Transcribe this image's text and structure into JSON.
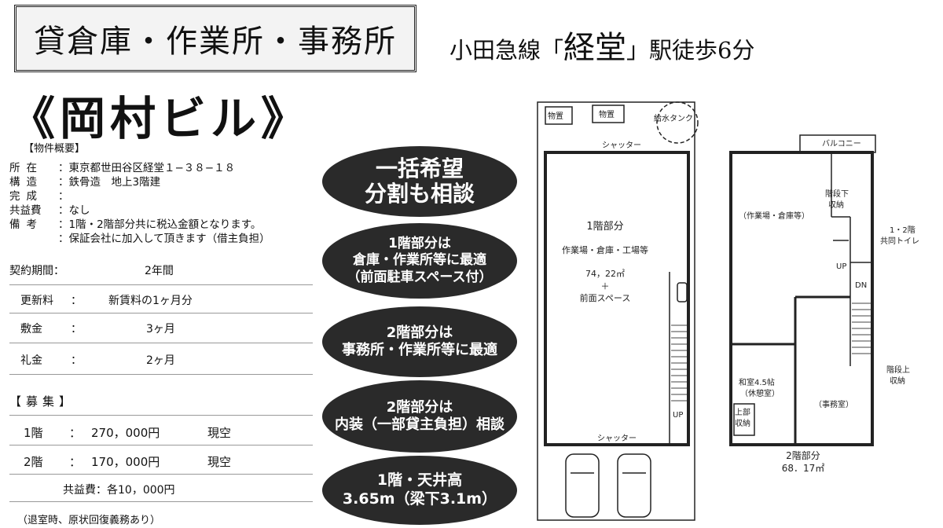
{
  "header": {
    "title": "貸倉庫・作業所・事務所",
    "station_prefix": "小田急線「",
    "station_name": "経堂",
    "station_suffix": "」駅徒歩6分"
  },
  "building": {
    "name": "《岡村ビル》"
  },
  "summary": {
    "heading": "【物件概要】",
    "items": [
      {
        "label": "所在",
        "value": "：東京都世田谷区経堂１−３８−１８"
      },
      {
        "label": "構造",
        "value": "：鉄骨造　地上3階建"
      },
      {
        "label": "完成",
        "value": "："
      },
      {
        "label": "共益費",
        "value": "：なし"
      },
      {
        "label": "備考",
        "value": "：1階・2階部分共に税込金額となります。"
      },
      {
        "label": "",
        "value": "：保証会社に加入して頂きます（借主負担）"
      }
    ]
  },
  "terms": [
    {
      "label": "契約期間：",
      "value": "2年間"
    },
    {
      "label": "更新料",
      "colon": "：",
      "value": "新賃料の1ヶ月分"
    },
    {
      "label": "敷金",
      "colon": "：",
      "value": "3ヶ月"
    },
    {
      "label": "礼金",
      "colon": "：",
      "value": "2ヶ月"
    }
  ],
  "recruit": {
    "heading": "【募集】",
    "floors": [
      {
        "floor": "1階",
        "colon": "：",
        "price": "270，000円",
        "status": "現空"
      },
      {
        "floor": "2階",
        "colon": "：",
        "price": "170，000円",
        "status": "現空"
      }
    ],
    "common_fee": "共益費：各10，000円",
    "note": "（退室時、原状回復義務あり）"
  },
  "bubbles": [
    {
      "lines": [
        "一括希望",
        "分割も相談"
      ]
    },
    {
      "lines": [
        "1階部分は",
        "倉庫・作業所等に最適",
        "（前面駐車スペース付）"
      ]
    },
    {
      "lines": [
        "2階部分は",
        "事務所・作業所等に最適"
      ]
    },
    {
      "lines": [
        "2階部分は",
        "内装（一部貸主負担）相談"
      ]
    },
    {
      "lines": [
        "1階・天井高",
        "3.65m（梁下3.1m）"
      ]
    }
  ],
  "floor1": {
    "storage1": "物置",
    "storage2": "物置",
    "water_tank": "給水タンク",
    "shutter_top": "シャッター",
    "shutter_bottom": "シャッター",
    "title": "1階部分",
    "use": "作業場・倉庫・工場等",
    "area": "74，22㎡",
    "plus": "＋",
    "front": "前面スペース",
    "up": "UP"
  },
  "floor2": {
    "balcony": "バルコニー",
    "stair_under": "階段下",
    "stair_under2": "収納",
    "workshop": "（作業場・倉庫等）",
    "toilet1": "1・2階",
    "toilet2": "共同トイレ",
    "up": "UP",
    "dn": "DN",
    "stair_top": "階段上",
    "stair_top2": "収納",
    "washitsu1": "和室4.5帖",
    "washitsu2": "（休憩室）",
    "closet1": "上部",
    "closet2": "収納",
    "office": "（事務室）",
    "title": "2階部分",
    "area": "68．17㎡"
  }
}
